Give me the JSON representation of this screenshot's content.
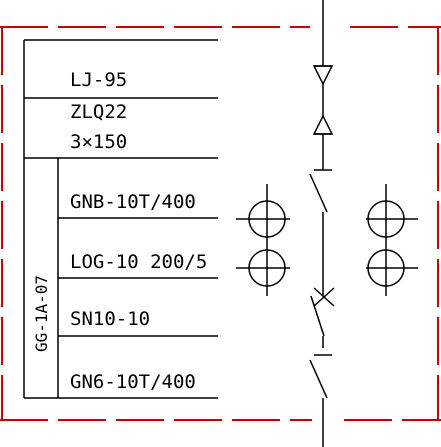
{
  "diagram": {
    "cabinet_label": "GG-1A-07",
    "cable_spec": {
      "line1": "LJ-95",
      "line2": "ZLQ22",
      "line3": "3×150"
    },
    "equipment": [
      {
        "label": "GNB-10T/400"
      },
      {
        "label": "LOG-10 200/5"
      },
      {
        "label": "SN10-10"
      },
      {
        "label": "GN6-10T/400"
      }
    ],
    "colors": {
      "line": "#000000",
      "border_dash": "#cc0000",
      "background": "#ffffff"
    }
  }
}
